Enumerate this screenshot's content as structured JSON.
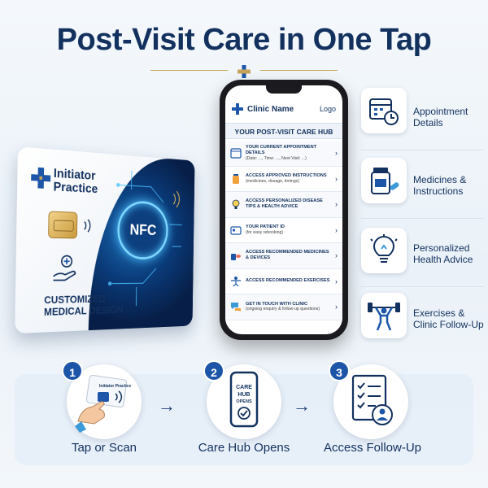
{
  "title": "Post-Visit Care in One Tap",
  "card": {
    "practice_line1": "Initiator",
    "practice_line2": "Practice",
    "nfc_label": "NFC",
    "subtitle_line1": "CUSTOMIZED",
    "subtitle_line2": "MEDICAL DESIGN"
  },
  "phone": {
    "clinic_name": "Clinic Name",
    "logo": "Logo",
    "hub_title": "YOUR POST-VISIT CARE HUB",
    "items": [
      {
        "title": "YOUR CURRENT APPOINTMENT DETAILS",
        "sub": "(Date: ..., Time: ..., Next Visit: ...)",
        "icon": "calendar-icon"
      },
      {
        "title": "ACCESS APPROVED INSTRUCTIONS",
        "sub": "(medicines, dosage, timings)",
        "icon": "medicine-icon"
      },
      {
        "title": "ACCESS PERSONALIZED DISEASE TIPS & HEALTH ADVICE",
        "sub": "",
        "icon": "lightbulb-icon"
      },
      {
        "title": "YOUR PATIENT ID",
        "sub": "(for easy rebooking)",
        "icon": "id-card-icon"
      },
      {
        "title": "ACCESS RECOMMENDED MEDICINES & DEVICES",
        "sub": "",
        "icon": "pills-icon"
      },
      {
        "title": "ACCESS RECOMMENDED EXERCISES",
        "sub": "",
        "icon": "exercise-icon"
      },
      {
        "title": "GET IN TOUCH WITH CLINIC",
        "sub": "(ongoing enquiry & follow-up questions)",
        "icon": "chat-icon"
      }
    ]
  },
  "features": [
    {
      "line1": "Appointment",
      "line2": "Details",
      "icon": "calendar-clock-icon"
    },
    {
      "line1": "Medicines &",
      "line2": "Instructions",
      "icon": "medicine-bottle-icon"
    },
    {
      "line1": "Personalized",
      "line2": "Health Advice",
      "icon": "lightbulb-icon"
    },
    {
      "line1": "Exercises &",
      "line2": "Clinic Follow-Up",
      "icon": "weightlifter-icon"
    }
  ],
  "steps": [
    {
      "num": "1",
      "label": "Tap or Scan",
      "mini_card_text": "Initiator Practice"
    },
    {
      "num": "2",
      "label": "Care Hub Opens",
      "phone_text_1": "CARE",
      "phone_text_2": "HUB",
      "phone_text_3": "OPENS"
    },
    {
      "num": "3",
      "label": "Access Follow-Up"
    }
  ],
  "colors": {
    "navy": "#13315f",
    "accent_blue": "#1d56a8",
    "gold": "#c7a45a"
  }
}
